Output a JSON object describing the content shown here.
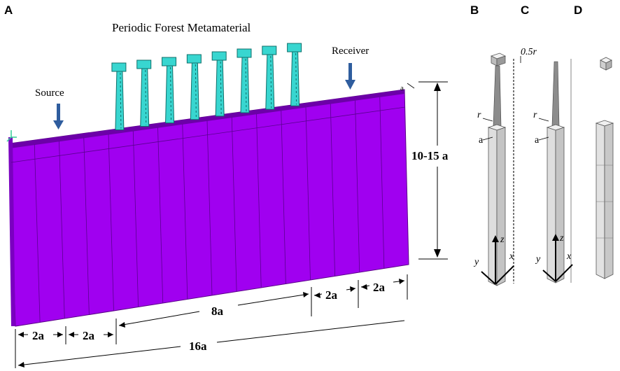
{
  "panels": {
    "a": "A",
    "b": "B",
    "c": "C",
    "d": "D"
  },
  "title": "Periodic Forest Metamaterial",
  "source_label": "Source",
  "receiver_label": "Receiver",
  "depth_label": "10-15 a",
  "a_small": "a",
  "bottom_dims": {
    "seg1": "2a",
    "seg2": "2a",
    "middle": "8a",
    "seg3": "2a",
    "seg4": "2a",
    "total": "16a"
  },
  "panel_b": {
    "top_radius": "0.5r",
    "r": "r",
    "a": "a",
    "z": "z",
    "y": "y",
    "x": "x"
  },
  "panel_c": {
    "r": "r",
    "a": "a",
    "z": "z",
    "y": "y",
    "x": "x"
  },
  "colors": {
    "soil_face": "#a000f0",
    "soil_top": "#6c00a8",
    "trees": "#38d6d0",
    "arrow": "#2f5d9e"
  }
}
